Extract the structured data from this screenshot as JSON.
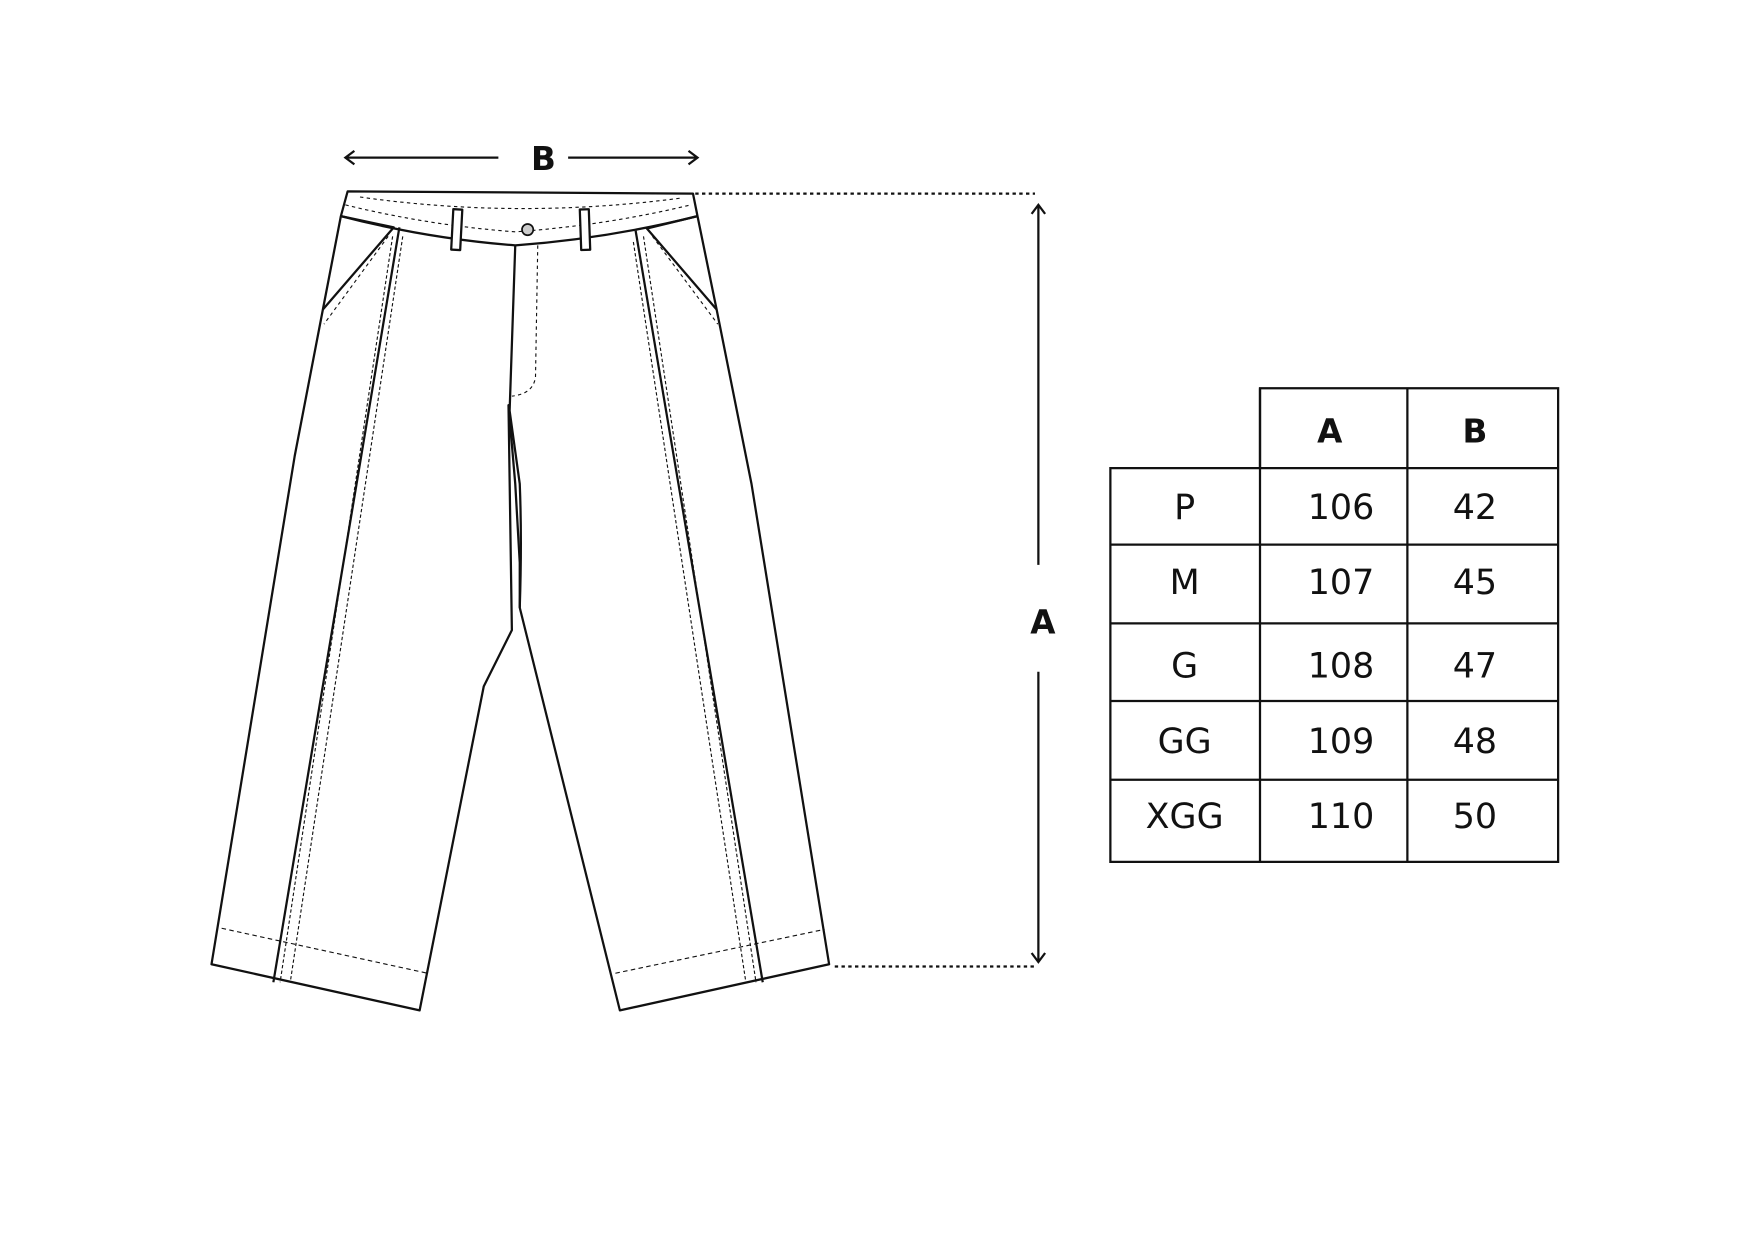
{
  "diagram": {
    "dimension_labels": {
      "width": "B",
      "length": "A"
    }
  },
  "size_table": {
    "columns": [
      "A",
      "B"
    ],
    "rows": [
      {
        "size": "P",
        "A": "106",
        "B": "42"
      },
      {
        "size": "M",
        "A": "107",
        "B": "45"
      },
      {
        "size": "G",
        "A": "108",
        "B": "47"
      },
      {
        "size": "GG",
        "A": "109",
        "B": "48"
      },
      {
        "size": "XGG",
        "A": "110",
        "B": "50"
      }
    ]
  },
  "colors": {
    "line": "#111111",
    "background": "#ffffff"
  }
}
